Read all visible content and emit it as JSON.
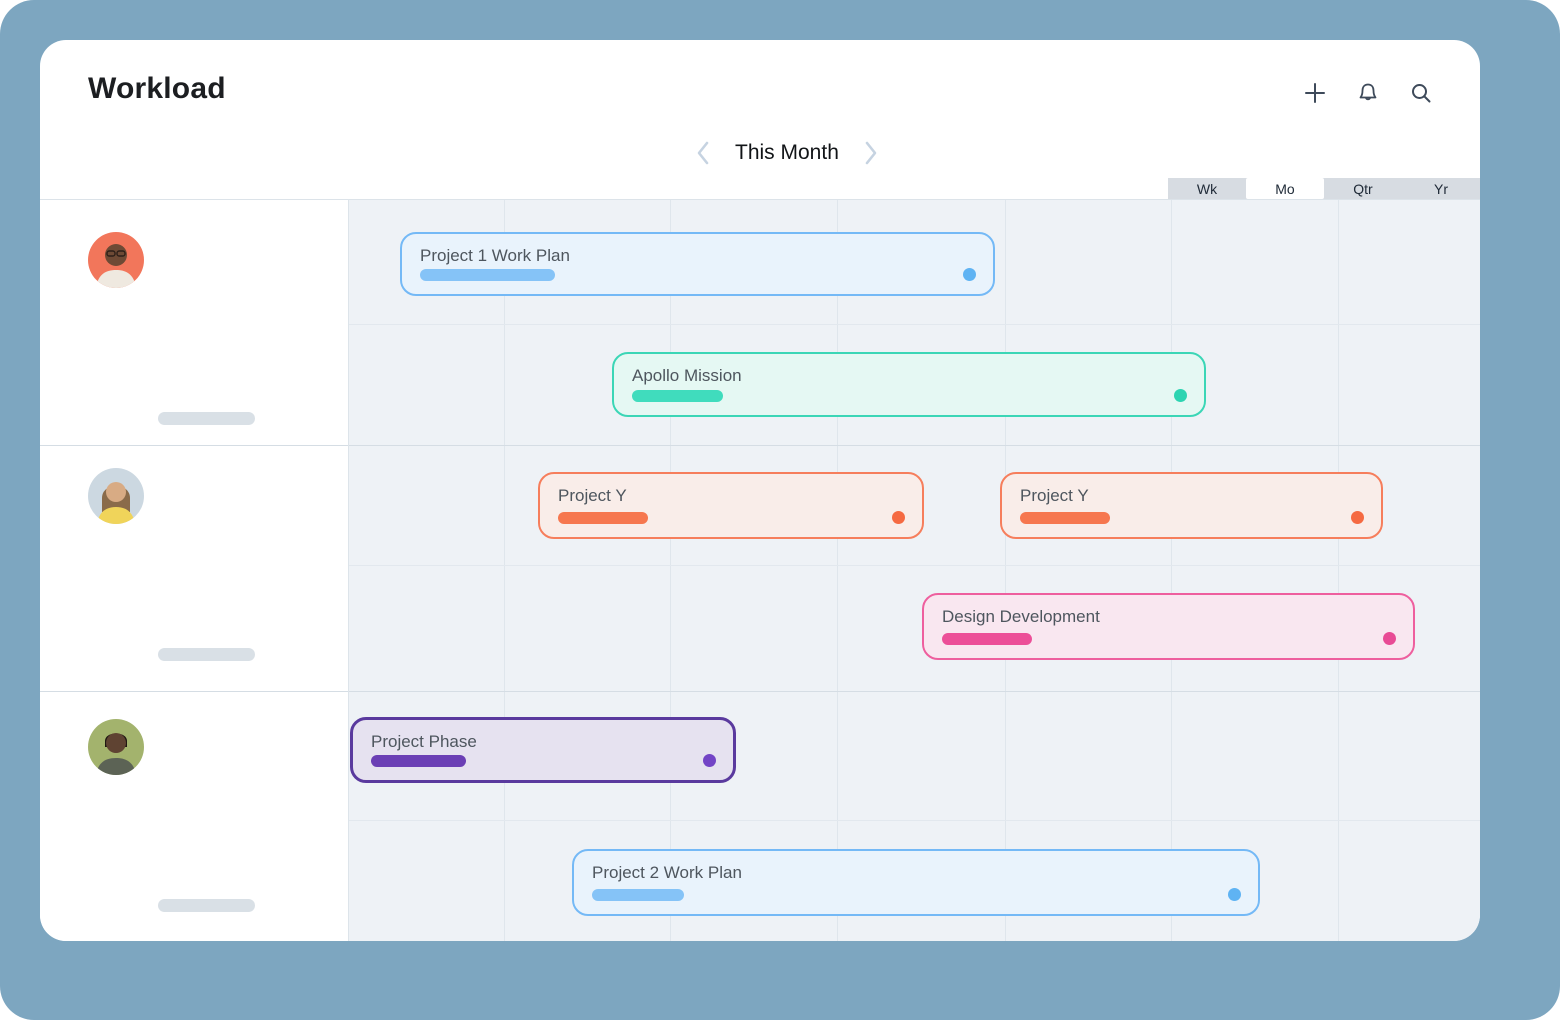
{
  "header": {
    "title": "Workload",
    "icons": {
      "add": "plus-icon",
      "notifications": "bell-icon",
      "search": "magnifier-icon"
    }
  },
  "timenav": {
    "label": "This Month",
    "prev": "chevron-left",
    "next": "chevron-right"
  },
  "zoom_toggle": {
    "options": [
      "Wk",
      "Mo",
      "Qtr",
      "Yr"
    ],
    "active": "Mo"
  },
  "people": [
    {
      "name_placeholder": true,
      "avatar_bg": "#f2765b"
    },
    {
      "name_placeholder": true,
      "avatar_bg": "#ccd8e1"
    },
    {
      "name_placeholder": true,
      "avatar_bg": "#a3b36d"
    }
  ],
  "bars": [
    {
      "label": "Project 1 Work Plan",
      "color": "blue",
      "border": "#74b9f6",
      "fill": "#e9f3fc",
      "person": 1
    },
    {
      "label": "Apollo Mission",
      "color": "teal",
      "border": "#3bd6b6",
      "fill": "#e5f8f3",
      "person": 1
    },
    {
      "label": "Project Y",
      "color": "orange",
      "border": "#f67e5c",
      "fill": "#f9ede9",
      "person": 2
    },
    {
      "label": "Project Y",
      "color": "orange",
      "border": "#f67e5c",
      "fill": "#f9ede9",
      "person": 2
    },
    {
      "label": "Design Development",
      "color": "pink",
      "border": "#ee5f9e",
      "fill": "#f9e7f0",
      "person": 2
    },
    {
      "label": "Project Phase",
      "color": "purple",
      "border": "#5a3a9e",
      "fill": "#e6e2f0",
      "person": 3
    },
    {
      "label": "Project 2 Work Plan",
      "color": "blue",
      "border": "#74b9f6",
      "fill": "#e9f3fc",
      "person": 3
    }
  ],
  "colors": {
    "halo": "#7da6c0",
    "grid_bg": "#eef2f6",
    "toggle_bg": "#d7dce2",
    "icon": "#3e4a5a",
    "chevron": "#c6d3e1",
    "bar_text": "#4e565e"
  }
}
